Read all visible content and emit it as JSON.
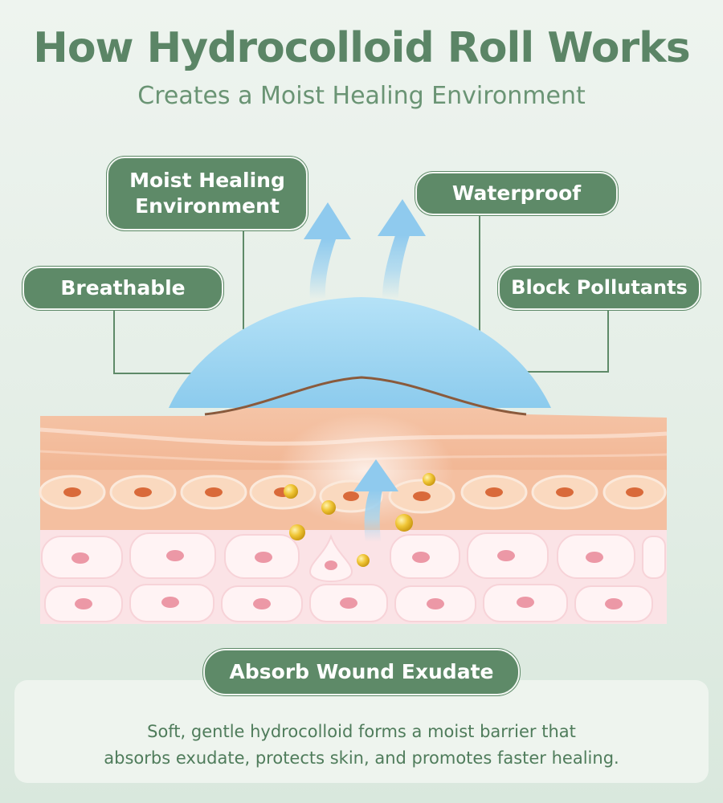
{
  "header": {
    "title": "How Hydrocolloid Roll Works",
    "subtitle": "Creates a Moist Healing Environment"
  },
  "labels": {
    "moist_line1": "Moist Healing",
    "moist_line2": "Environment",
    "waterproof": "Waterproof",
    "breathable": "Breathable",
    "block_pollutants": "Block Pollutants",
    "absorb": "Absorb Wound Exudate"
  },
  "description": {
    "line1": "Soft, gentle hydrocolloid forms a moist barrier that",
    "line2": "absorbs exudate,  protects skin, and promotes faster healing."
  },
  "colors": {
    "accent_green": "#5e8a68",
    "title_green": "#5b8566",
    "dressing_blue": "#9fd3f2",
    "skin_peach": "#f3c4a3",
    "skin_pink": "#fbdfe3",
    "exudate_gold": "#e8b92a"
  },
  "icons": [
    "up-arrow-icon",
    "exudate-droplet-icon",
    "skin-cell-icon"
  ]
}
